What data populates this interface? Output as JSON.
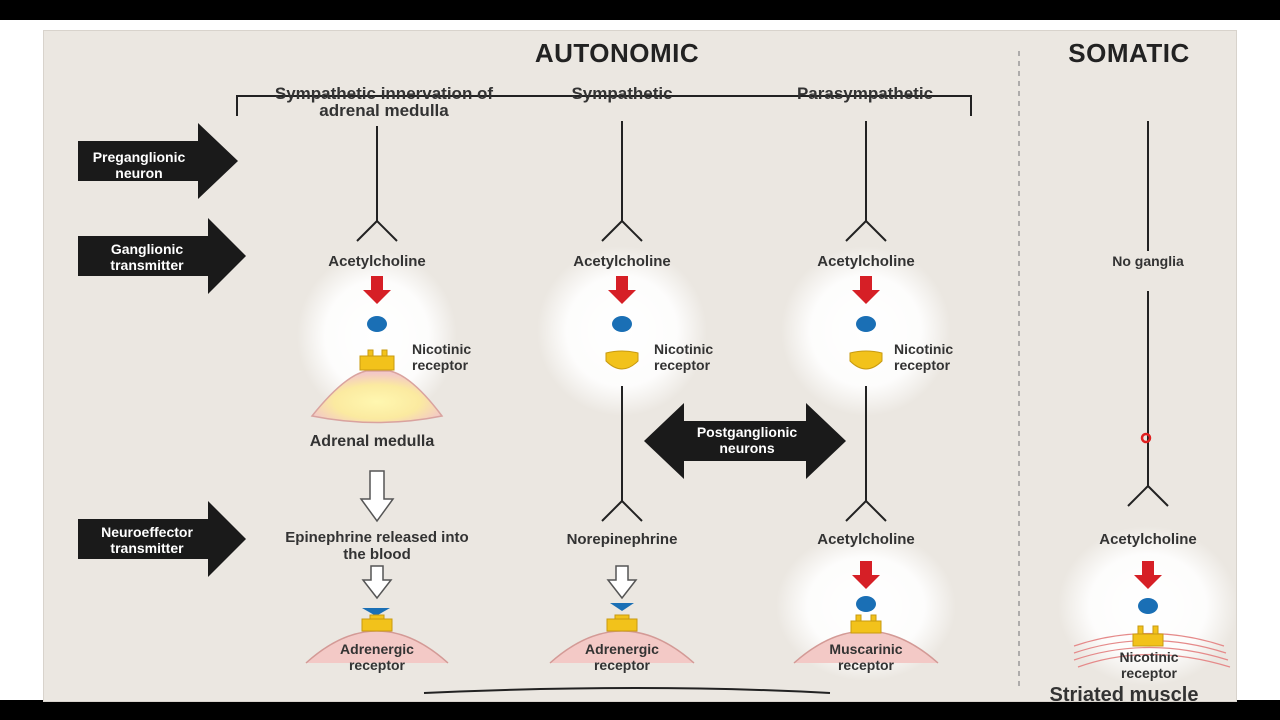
{
  "header": {
    "autonomic": "AUTONOMIC",
    "somatic": "SOMATIC"
  },
  "columns": {
    "adrenal": "Sympathetic innervation of adrenal medulla",
    "sympathetic": "Sympathetic",
    "parasympathetic": "Parasympathetic"
  },
  "left_arrows": {
    "preganglionic": "Preganglionic neuron",
    "ganglionic": "Ganglionic transmitter",
    "neuroeffector": "Neuroeffector transmitter"
  },
  "postganglionic": "Postganglionic neurons",
  "ganglion_transmitter": "Acetylcholine",
  "nicotinic_receptor": "Nicotinic receptor",
  "adrenal_medulla": "Adrenal medulla",
  "epinephrine": "Epinephrine released into the blood",
  "norepinephrine": "Norepinephrine",
  "acetylcholine": "Acetylcholine",
  "adrenergic_receptor": "Adrenergic receptor",
  "muscarinic_receptor": "Muscarinic receptor",
  "no_ganglia": "No ganglia",
  "striated_muscle": "Striated muscle",
  "colors": {
    "arrow_red": "#d61f26",
    "transmitter_blue": "#1a6fb5",
    "receptor_yellow": "#f2c21b",
    "cell_pink": "#f3c9c6"
  }
}
